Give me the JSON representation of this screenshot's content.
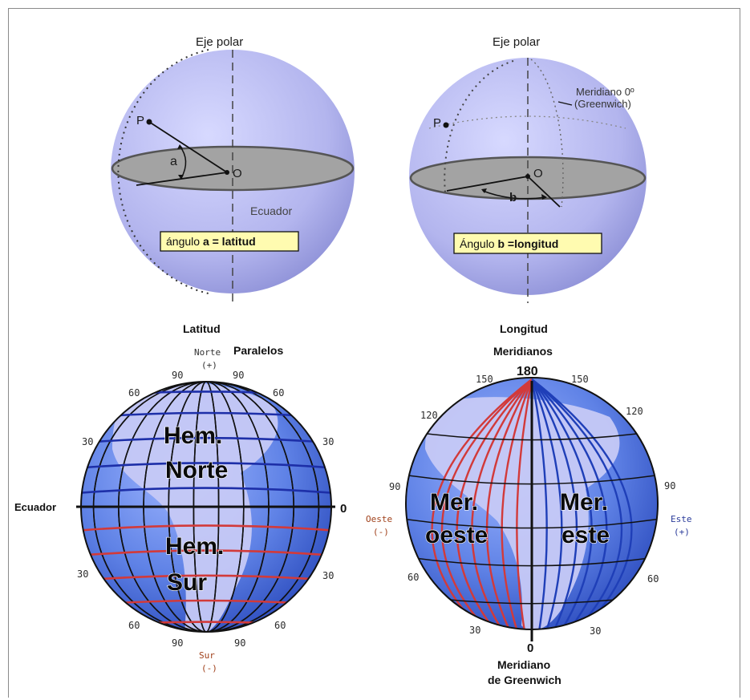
{
  "panel_latitude": {
    "axis_label": "Eje polar",
    "point": "P",
    "center": "O",
    "angle": "a",
    "equator": "Ecuador",
    "caption_normal": "ángulo ",
    "caption_bold": "a = latitud"
  },
  "panel_longitude": {
    "axis_label": "Eje polar",
    "point": "P",
    "center": "O",
    "angle": "b",
    "meridian_line1": "Meridiano 0º",
    "meridian_line2": "(Greenwich)",
    "caption_normal": "Ángulo ",
    "caption_bold": "b =longitud"
  },
  "globe_latitude": {
    "title": "Latitud",
    "north": "Norte",
    "north_sign": "(+)",
    "parallels": "Paralelos",
    "equator": "Ecuador",
    "zero": "0",
    "south": "Sur",
    "south_sign": "(-)",
    "hem_north_1": "Hem.",
    "hem_north_2": "Norte",
    "hem_south_1": "Hem.",
    "hem_south_2": "Sur",
    "degrees": {
      "n90a": "90",
      "n90b": "90",
      "n60a": "60",
      "n60b": "60",
      "n30a": "30",
      "n30b": "30",
      "s30a": "30",
      "s30b": "30",
      "s60a": "60",
      "s60b": "60",
      "s90a": "90",
      "s90b": "90"
    }
  },
  "globe_longitude": {
    "title": "Longitud",
    "subtitle": "Meridianos",
    "top": "180",
    "bottom_zero": "0",
    "west": "Oeste",
    "west_sign": "(-)",
    "east": "Este",
    "east_sign": "(+)",
    "greenwich_1": "Meridiano",
    "greenwich_2": "de Greenwich",
    "west_mer_1": "Mer.",
    "west_mer_2": "oeste",
    "east_mer_1": "Mer.",
    "east_mer_2": "este",
    "degrees": {
      "w150": "150",
      "e150": "150",
      "w120": "120",
      "e120": "120",
      "w90": "90",
      "e90": "90",
      "w60": "60",
      "e60": "60",
      "w30": "30",
      "e30": "30"
    }
  },
  "colors": {
    "sphere": "#b7b9f0",
    "plane": "#a0a0a0",
    "globe_ocean": "#5a7fe0",
    "west_lines": "#d23a3a",
    "east_lines": "#1f3fb8",
    "caption_bg": "#fffbb0"
  }
}
